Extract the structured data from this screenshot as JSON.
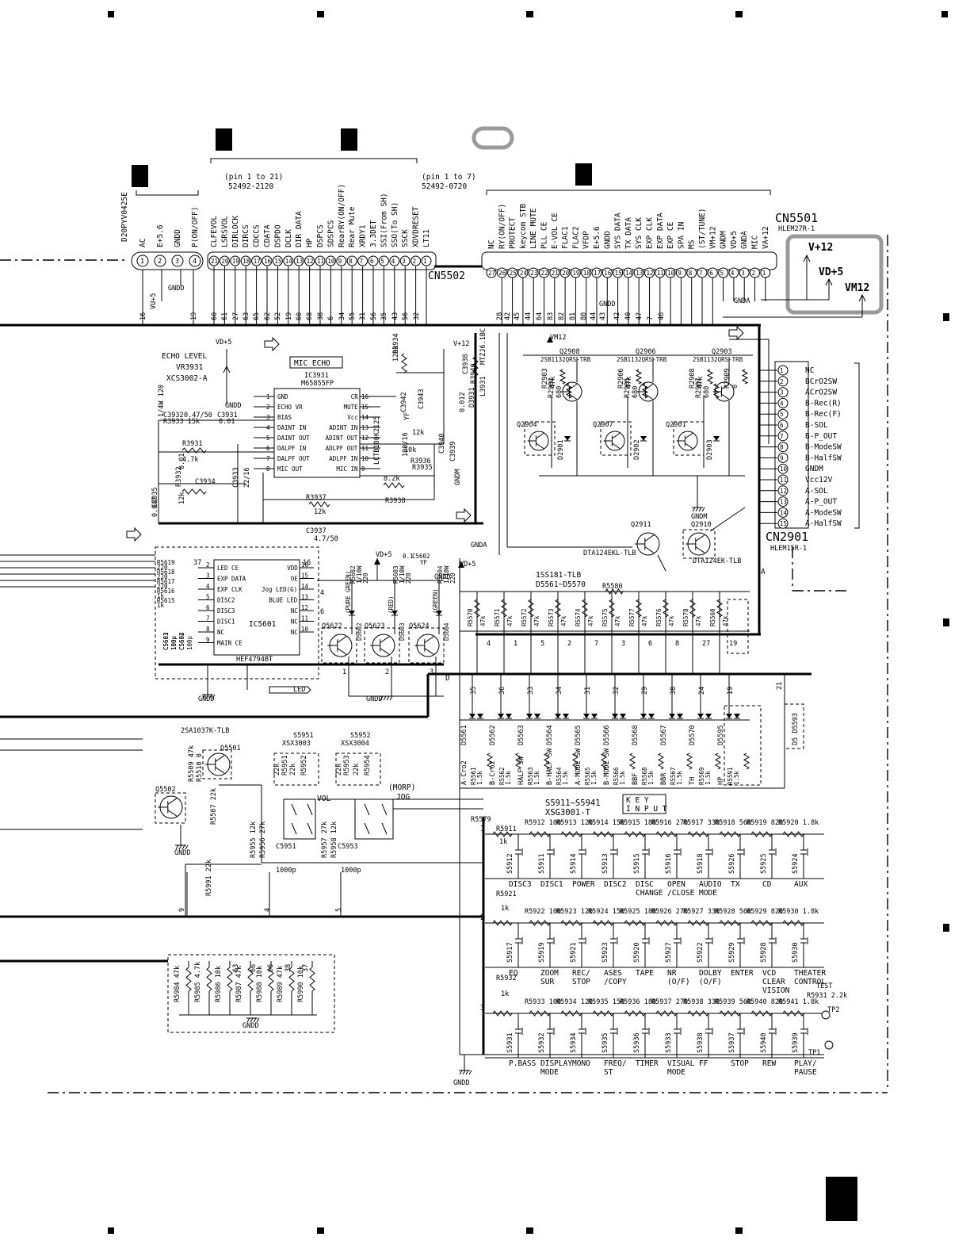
{
  "connectors": {
    "d20_part": "D20PYV0425E",
    "d20_pins": [
      {
        "num": "1",
        "label": "AC"
      },
      {
        "num": "2",
        "label": "E+5.6"
      },
      {
        "num": "3",
        "label": "GNDD"
      },
      {
        "num": "4",
        "label": "P(ON/OFF)"
      }
    ],
    "left_group_note": "(pin 1 to 21)",
    "left_group_part": "52492-2120",
    "right_group_note": "(pin 1 to 7)",
    "right_group_part": "52492-0720",
    "cn5502_ref": "CN5502",
    "cn5502_pins": [
      {
        "num": "21",
        "label": "CLFEVOL"
      },
      {
        "num": "20",
        "label": "LSRSVOL"
      },
      {
        "num": "19",
        "label": "DIRLOCK"
      },
      {
        "num": "18",
        "label": "DIRCS"
      },
      {
        "num": "17",
        "label": "CDCCS"
      },
      {
        "num": "16",
        "label": "CDATA"
      },
      {
        "num": "15",
        "label": "DSPDO"
      },
      {
        "num": "14",
        "label": "DCLK"
      },
      {
        "num": "13",
        "label": "DIR DATA"
      },
      {
        "num": "12",
        "label": "HP"
      },
      {
        "num": "11",
        "label": "DSPCS"
      },
      {
        "num": "10",
        "label": "SDSPCS"
      },
      {
        "num": "9",
        "label": "RearRY(ON/OFF)"
      },
      {
        "num": "8",
        "label": "Rear Mute"
      },
      {
        "num": "7",
        "label": "XRDY1"
      },
      {
        "num": "6",
        "label": "3.3DET"
      },
      {
        "num": "5",
        "label": "SSI(From SH)"
      },
      {
        "num": "4",
        "label": "SSO(To SH)"
      },
      {
        "num": "3",
        "label": "SSCK"
      },
      {
        "num": "2",
        "label": "XDVDRESET"
      },
      {
        "num": "1",
        "label": "LT11"
      }
    ],
    "cn5501_ref": "CN5501",
    "cn5501_part": "HLEM27R-1",
    "cn5501_pins": [
      {
        "num": "27",
        "label": "NC"
      },
      {
        "num": "26",
        "label": "RY(ON/OFF)"
      },
      {
        "num": "25",
        "label": "PROTECT"
      },
      {
        "num": "24",
        "label": "keycom STB"
      },
      {
        "num": "23",
        "label": "LINE MUTE"
      },
      {
        "num": "22",
        "label": "PLL CE"
      },
      {
        "num": "21",
        "label": "E-VOL CE"
      },
      {
        "num": "20",
        "label": "FLAC1"
      },
      {
        "num": "19",
        "label": "FLAC2"
      },
      {
        "num": "18",
        "label": "VFDP"
      },
      {
        "num": "17",
        "label": "E+5.6"
      },
      {
        "num": "16",
        "label": "GNDD"
      },
      {
        "num": "15",
        "label": "SYS DATA"
      },
      {
        "num": "14",
        "label": "TX DATA"
      },
      {
        "num": "13",
        "label": "SYS CLK"
      },
      {
        "num": "12",
        "label": "EXP CLK"
      },
      {
        "num": "11",
        "label": "EXP DATA"
      },
      {
        "num": "10",
        "label": "EXP CE"
      },
      {
        "num": "9",
        "label": "SPA IN"
      },
      {
        "num": "8",
        "label": "MS"
      },
      {
        "num": "7",
        "label": "(ST/TUNE)"
      },
      {
        "num": "6",
        "label": "VM+12"
      },
      {
        "num": "5",
        "label": "GNDM"
      },
      {
        "num": "4",
        "label": "VD+5"
      },
      {
        "num": "3",
        "label": "GNDA"
      },
      {
        "num": "2",
        "label": "MIC"
      },
      {
        "num": "1",
        "label": "VA+12"
      }
    ],
    "cn2901_ref": "CN2901",
    "cn2901_part": "HLEM15R-1",
    "cn2901_pins": [
      {
        "num": "1",
        "label": "NC"
      },
      {
        "num": "2",
        "label": "BCrO2SW"
      },
      {
        "num": "3",
        "label": "ACrO2SW"
      },
      {
        "num": "4",
        "label": "B-Rec(R)"
      },
      {
        "num": "5",
        "label": "B-Rec(F)"
      },
      {
        "num": "6",
        "label": "B-SOL"
      },
      {
        "num": "7",
        "label": "B-P_OUT"
      },
      {
        "num": "8",
        "label": "B-ModeSW"
      },
      {
        "num": "9",
        "label": "B-HalfSW"
      },
      {
        "num": "10",
        "label": "GNDM"
      },
      {
        "num": "11",
        "label": "Vcc12V"
      },
      {
        "num": "12",
        "label": "A-SOL"
      },
      {
        "num": "13",
        "label": "A-P_OUT"
      },
      {
        "num": "14",
        "label": "A-ModeSW"
      },
      {
        "num": "15",
        "label": "A-HalfSW"
      }
    ]
  },
  "highlight": {
    "labels": [
      "V+12",
      "VD+5",
      "VM12"
    ]
  },
  "power": {
    "vd5": "VD+5",
    "v12": "V+12",
    "vm12": "VM12",
    "gndd": "GNDD",
    "gnda": "GNDA",
    "gndm": "GNDM",
    "vu5": "VU+5"
  },
  "mic_echo": {
    "title": "MIC ECHO",
    "ic_ref": "IC3931",
    "ic_part": "M65855FP",
    "pins_left": [
      "GND",
      "ECHO VR",
      "BIAS",
      "DAINT IN",
      "DAINT OUT",
      "DALPF IN",
      "DALPF OUT",
      "MIC OUT"
    ],
    "pins_right": [
      "CR",
      "MUTE",
      "Vcc",
      "ADINT IN",
      "ADINT OUT",
      "ADLPF OUT",
      "ADLPF IN",
      "MIC IN"
    ],
    "echo_level": "ECHO LEVEL",
    "vr_ref": "VR3931",
    "vr_part": "XCS3002-A",
    "parts": [
      "C3932",
      "0.47/50",
      "R3933 15k",
      "C3931",
      "0.01",
      "R3931",
      "4.7k",
      "C3934",
      "0.01",
      "R3932",
      "12k",
      "C3935",
      "0.047",
      "C3933",
      "22/16",
      "R3937",
      "12k",
      "C3937",
      "4.7/50",
      "R3934",
      "120k",
      "C3942",
      "YF",
      "C3943",
      "100/16",
      "R3936",
      "10k",
      "R3935",
      "8.2k",
      "R3938",
      "12k",
      "C3940",
      "C3939",
      "0.012",
      "D3931",
      "MTZJ6.1BC",
      "L3931",
      "LCTB100K2125",
      "C3938",
      "R3940",
      "1/4W 120"
    ]
  },
  "led_block": {
    "ic_ref": "IC5601",
    "ic_part": "HEF4794BT",
    "pins_left": [
      "LED CE",
      "EXP DATA",
      "EXP CLK",
      "DISC2",
      "DISC3",
      "DISC1",
      "NC",
      "MAIN CE"
    ],
    "pins_right": [
      "VDD",
      "OE",
      "Jog LED(G)",
      "BLUE LED",
      "NC",
      "NC",
      "NC"
    ],
    "resistors": [
      "R5619",
      "220",
      "R5618",
      "220",
      "R5617",
      "220",
      "R5616",
      "1k",
      "R5615",
      "1k"
    ],
    "caps": [
      "C5603",
      "100p",
      "C5602",
      "100p",
      "C5601",
      "100p",
      "C5604"
    ],
    "transistors": [
      "Q5622",
      "Q5623",
      "Q5624"
    ],
    "colors": [
      "(PURE GREEN)",
      "(RED)",
      "(GREEN)"
    ],
    "leds": [
      "D5602",
      "D5603",
      "D5604"
    ],
    "res2": [
      "R5602",
      "1/10W",
      "220",
      "R5603",
      "1/10W",
      "220",
      "R5604",
      "1/10W",
      "220"
    ],
    "cap_top": [
      "C5602",
      "0.1",
      "YF"
    ],
    "led_label": "LED",
    "pin_nums": [
      "37",
      "16",
      "4",
      "6",
      "1",
      "2",
      "3"
    ]
  },
  "motor": {
    "transistors": [
      {
        "ref": "Q2908",
        "part": "2SB1132QRS-TRB"
      },
      {
        "ref": "Q2906",
        "part": "2SB1132QRS-TRB"
      },
      {
        "ref": "Q2903",
        "part": "2SB1132QRS-TRB"
      }
    ],
    "lower_transistors": [
      "Q2904",
      "Q2907",
      "Q2901"
    ],
    "resistors": [
      "R2903",
      "47k",
      "R2902",
      "680",
      "R2906",
      "47k",
      "R2905",
      "680",
      "R2908",
      "47k",
      "R2907",
      "680",
      "R2909",
      "0"
    ],
    "diodes": [
      "D2901",
      "D2902",
      "D2903"
    ],
    "q2911_ref": "Q2911",
    "q2911_part": "DTA124EKL-TLB",
    "q2910_ref": "Q2910",
    "q2910_part": "DTA124EK-TLB"
  },
  "diodes_row": {
    "title": "1SS181-TLB",
    "range": "D5561~D5570",
    "r5580": "R5580",
    "resistors": [
      {
        "ref": "R5570",
        "value": "47k"
      },
      {
        "ref": "R5571",
        "value": "47k"
      },
      {
        "ref": "R5572",
        "value": "47k"
      },
      {
        "ref": "R5573",
        "value": "47k"
      },
      {
        "ref": "R5574",
        "value": "47k"
      },
      {
        "ref": "R5575",
        "value": "47k"
      },
      {
        "ref": "R5577",
        "value": "47k"
      },
      {
        "ref": "R5576",
        "value": "47k"
      },
      {
        "ref": "R5578",
        "value": "47k"
      },
      {
        "ref": "R5560",
        "value": "47k"
      }
    ],
    "nums": [
      "4",
      "1",
      "5",
      "2",
      "7",
      "3",
      "6",
      "8",
      "27",
      "19"
    ]
  },
  "switch_sense": {
    "diodes": [
      "D5561",
      "D5562",
      "D5563",
      "D5564",
      "D5565",
      "D5566",
      "D5568",
      "D5567",
      "D5570",
      "D5595"
    ],
    "labels": [
      "A-Cro2",
      "B-Cro2",
      "HALF SW",
      "B-HALF SW",
      "A-MODE SW",
      "B-MODE SW",
      "BBF",
      "BBR",
      "TH",
      "HP"
    ],
    "pins": [
      "35",
      "36",
      "33",
      "34",
      "31",
      "32",
      "29",
      "30",
      "24",
      "19"
    ],
    "resistors": [
      "R5561",
      "R5562",
      "R5563",
      "R5564",
      "R5565",
      "R5566",
      "R5568",
      "R5567",
      "R5569",
      "R5591"
    ],
    "value": "1.5k",
    "d5593": "D5 D5593",
    "pin21": "21"
  },
  "encoders": {
    "q5501": "Q5501",
    "q5501_part": "2SA1037K-TLB",
    "q5502": "Q5502",
    "r5509": "R5509 47k",
    "r5510": "R5510 0",
    "r5507": "R5507 22k",
    "s5951": "S5951",
    "s5951_part": "XSX3003",
    "s5952": "S5952",
    "s5952_part": "XSX3004",
    "vol": "VOL",
    "jog": "JOG",
    "morp": "(MORP)",
    "parts": [
      "22k",
      "R5951",
      "22k",
      "R5952",
      "22k",
      "R5953",
      "22k",
      "R5954",
      "R5955 12k",
      "R5956 27k",
      "R5957 27k",
      "R5958 12k",
      "C5951",
      "1000p",
      "C5953",
      "1000p"
    ],
    "r5991": "R5991 22k",
    "bus_nums": [
      "9",
      "4",
      "5"
    ]
  },
  "key_input": {
    "title": "KEY INPUT",
    "series": "S5911~S5941",
    "part": "XSG3001-T",
    "r5579": "R5579",
    "r5911": "R5911",
    "r5921": "R5921",
    "r5932": "R5932",
    "r1k": "1k",
    "row1_res": [
      "R5912 100",
      "R5913 120",
      "R5914 150",
      "R5915 180",
      "R5916 270",
      "R5917 330",
      "R5918 560",
      "R5919 820",
      "R5920 1.8k"
    ],
    "row1_sw": [
      "S5912",
      "S5911",
      "S5914",
      "S5913",
      "S5915",
      "S5916",
      "S5918",
      "S5926",
      "S5925",
      "S5924"
    ],
    "row1_labels": [
      "DISC3",
      "DISC1",
      "POWER",
      "DISC2",
      "DISC CHANGE",
      "OPEN /CLOSE",
      "AUDIO MODE",
      "TX",
      "CD",
      "AUX"
    ],
    "row2_res": [
      "R5922 100",
      "R5923 120",
      "R5924 150",
      "R5925 180",
      "R5926 270",
      "R5927 330",
      "R5928 560",
      "R5929 820",
      "R5930 1.8k"
    ],
    "row2_sw": [
      "S5917",
      "S5919",
      "S5921",
      "S5923",
      "S5920",
      "S5927",
      "S5922",
      "S5929",
      "S5928",
      "S5930"
    ],
    "row2_labels": [
      "EQ",
      "ZOOM SUR",
      "REC/ STOP",
      "ASES /COPY",
      "TAPE",
      "NR (O/F)",
      "DOLBY (O/F)",
      "ENTER",
      "VCD CLEAR VISION",
      "THEATER CONTROL"
    ],
    "row3_res": [
      "R5933 100",
      "R5934 120",
      "R5935 150",
      "R5936 180",
      "R5937 270",
      "R5938 330",
      "R5939 560",
      "R5940 820",
      "R5941 1.8k"
    ],
    "row3_sw": [
      "S5931",
      "S5932",
      "S5934",
      "S5935",
      "S5936",
      "S5933",
      "S5938",
      "S5937",
      "S5940",
      "S5939"
    ],
    "row3_labels": [
      "P.BASS",
      "DISPLAY MODE",
      "MONO",
      "FREQ/ ST",
      "TIMER",
      "VISUAL MODE",
      "FF",
      "STOP",
      "REW",
      "PLAY/ PAUSE"
    ],
    "test": "TEST",
    "r5931": "R5931 2.2k",
    "tp1": "TP1",
    "tp2": "TP2",
    "line_nums": [
      "1",
      "2",
      "3"
    ]
  },
  "bottom_resistors": {
    "items": [
      "R5984 47k",
      "R5985 4.7k",
      "R5986 10k",
      "R5987 47k",
      "R5988 10k",
      "R5989 47k",
      "R5990 10k"
    ],
    "nums": [
      "63",
      "66",
      "66",
      "38",
      "37"
    ]
  },
  "bus_wire_numbers": [
    "16",
    "19",
    "60",
    "61",
    "27",
    "63",
    "65",
    "62",
    "52",
    "19",
    "60",
    "68",
    "38",
    "6",
    "34",
    "55",
    "31",
    "56",
    "35",
    "43",
    "56",
    "32",
    "28",
    "42",
    "45",
    "44",
    "64",
    "83",
    "82",
    "81",
    "80",
    "44",
    "43",
    "42",
    "40",
    "47",
    "7",
    "46",
    "A",
    "D"
  ]
}
